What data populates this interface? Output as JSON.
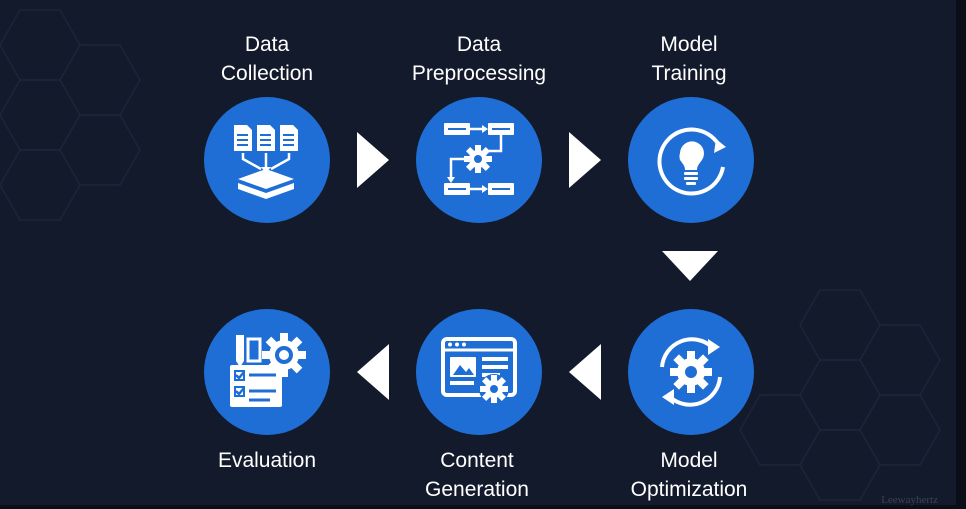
{
  "colors": {
    "background": "#131a2b",
    "circle": "#1e6ed6",
    "arrow": "#ffffff",
    "text": "#ffffff"
  },
  "steps": [
    {
      "label": "Data\nCollection",
      "icon": "data-collection-icon"
    },
    {
      "label": "Data\nPreprocessing",
      "icon": "flowchart-gear-icon"
    },
    {
      "label": "Model\nTraining",
      "icon": "lightbulb-cycle-icon"
    },
    {
      "label": "Model\nOptimization",
      "icon": "gear-cycle-icon"
    },
    {
      "label": "Content\nGeneration",
      "icon": "webpage-gear-icon"
    },
    {
      "label": "Evaluation",
      "icon": "checklist-gear-icon"
    }
  ],
  "watermark": "Leewayhertz"
}
